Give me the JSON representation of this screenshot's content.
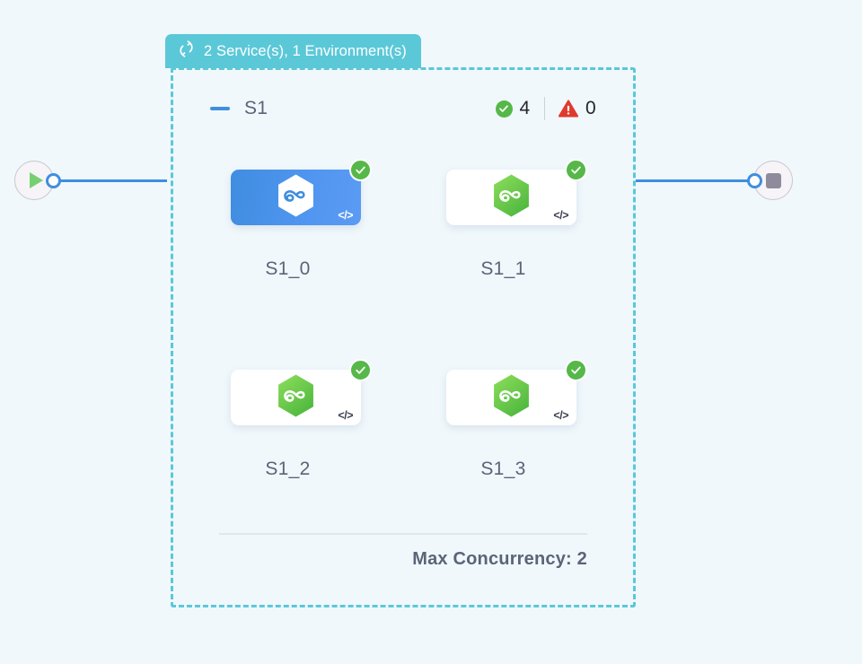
{
  "canvas": {
    "background_color": "#f0f8fc"
  },
  "group": {
    "header": {
      "icon": "loop-repeat-icon",
      "label": "2 Service(s), 1 Environment(s)",
      "background_color": "#5bc8d8",
      "text_color": "#ffffff"
    },
    "border_color": "#5bc8d8",
    "collapse_icon": "minus-collapse-icon",
    "name": "S1",
    "status": {
      "success_icon": "check-circle-icon",
      "success_count": "4",
      "warning_icon": "warning-triangle-icon",
      "warning_count": "0",
      "success_color": "#55b848",
      "warning_color": "#e03a2f"
    },
    "footer": {
      "max_concurrency_label": "Max Concurrency: 2"
    }
  },
  "nodes": [
    {
      "label": "S1_0",
      "selected": true,
      "hexagon_color": "#ffffff",
      "status_icon": "check-circle-icon",
      "code_icon": "code-brackets-icon",
      "code_glyph": "</>"
    },
    {
      "label": "S1_1",
      "selected": false,
      "hexagon_color": "#6fcc4a",
      "status_icon": "check-circle-icon",
      "code_icon": "code-brackets-icon",
      "code_glyph": "</>"
    },
    {
      "label": "S1_2",
      "selected": false,
      "hexagon_color": "#6fcc4a",
      "status_icon": "check-circle-icon",
      "code_icon": "code-brackets-icon",
      "code_glyph": "</>"
    },
    {
      "label": "S1_3",
      "selected": false,
      "hexagon_color": "#6fcc4a",
      "status_icon": "check-circle-icon",
      "code_icon": "code-brackets-icon",
      "code_glyph": "</>"
    }
  ],
  "terminals": {
    "start": {
      "icon": "play-triangle-icon",
      "color": "#76d072"
    },
    "end": {
      "icon": "stop-square-icon",
      "color": "#8e8b9c"
    }
  },
  "edges": {
    "color": "#3f8fdf",
    "port_icon": "connection-port-icon"
  }
}
